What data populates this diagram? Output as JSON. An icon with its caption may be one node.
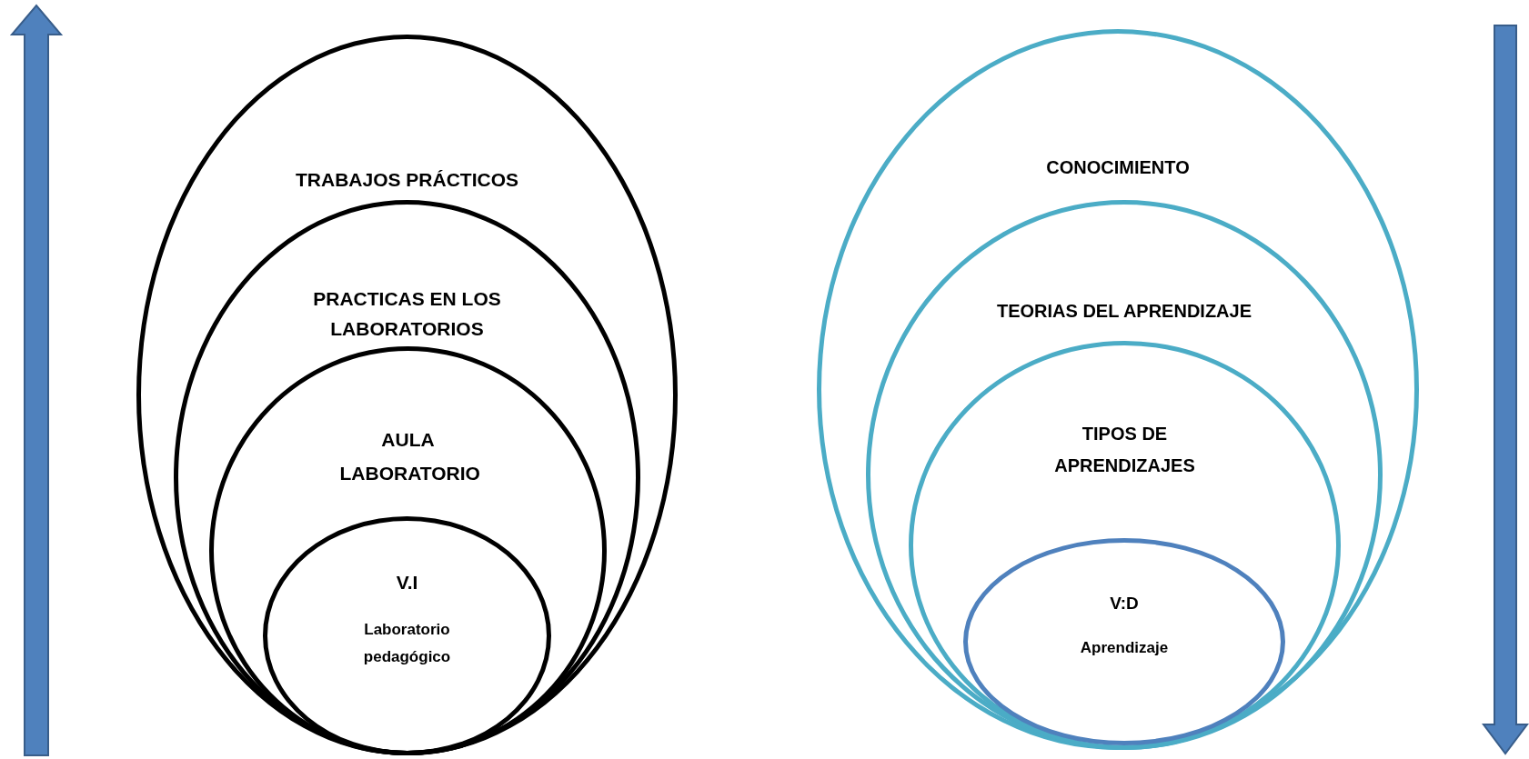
{
  "diagram": {
    "nodes": [
      {
        "text": [
          "TRABAJOS PRÁCTICOS"
        ]
      },
      {
        "text": [
          "PRACTICAS EN LOS LABORATORIOS"
        ],
        "in": 0
      },
      {
        "text": [
          "AULA LABORATORIO"
        ],
        "in": 1
      },
      {
        "text": [
          "V.I",
          "Laboratorio pedagógico"
        ],
        "in": 2
      },
      {
        "text": [
          "CONOCIMIENTO"
        ]
      },
      {
        "text": [
          "TEORIAS DEL APRENDIZAJE"
        ],
        "in": 4
      },
      {
        "text": [
          "TIPOS DE APRENDIZAJES"
        ],
        "in": 5
      },
      {
        "text": [
          "V:D",
          "Aprendizaje"
        ],
        "in": 6
      }
    ]
  }
}
